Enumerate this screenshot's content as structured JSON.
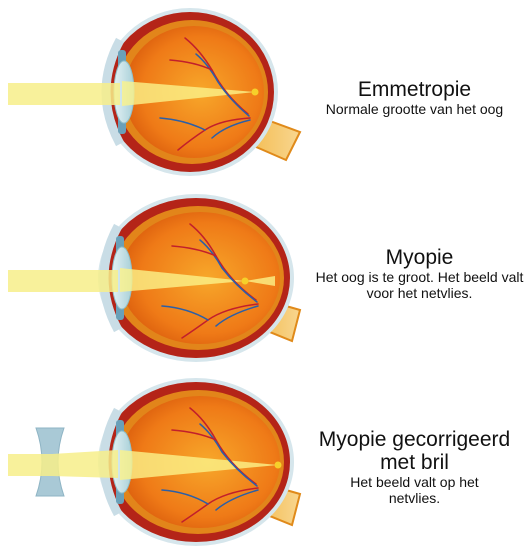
{
  "panels": [
    {
      "title": "Emmetropie",
      "description": "Normale grootte van het oog"
    },
    {
      "title": "Myopie",
      "description": "Het oog is te groot. Het beeld valt voor het netvlies."
    },
    {
      "title": "Myopie gecorrigeerd met bril",
      "description": "Het beeld valt op het netvlies."
    }
  ]
}
